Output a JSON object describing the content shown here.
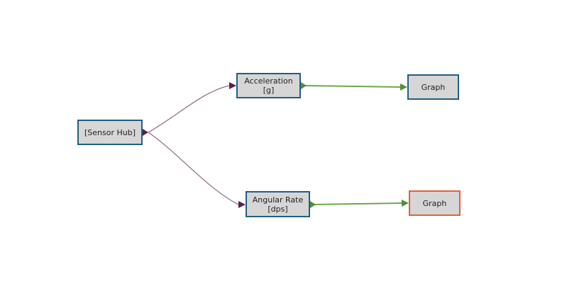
{
  "nodes": {
    "sensor_hub": {
      "line1": "[Sensor Hub]"
    },
    "acceleration": {
      "line1": "Acceleration",
      "line2": "[g]"
    },
    "angular_rate": {
      "line1": "Angular Rate",
      "line2": "[dps]"
    },
    "graph_1": {
      "line1": "Graph"
    },
    "graph_2": {
      "line1": "Graph",
      "selected": true
    }
  },
  "colors": {
    "node_fill": "#d6d6d6",
    "node_border": "#1f5f80",
    "selected_border": "#e0603c",
    "sensor_wire": "#8e6a82",
    "sensor_arrow": "#5c1f4d",
    "data_wire": "#6ea84a",
    "data_arrow": "#4f8f35"
  }
}
